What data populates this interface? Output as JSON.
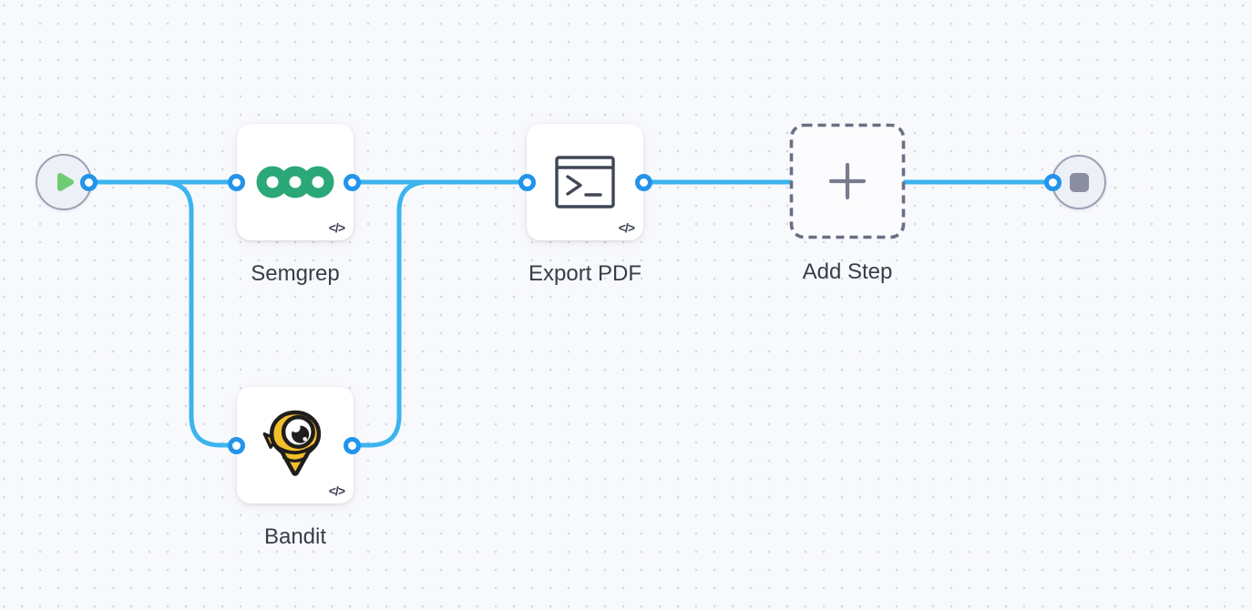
{
  "canvas": {
    "background_color": "#f8f9fc",
    "grid_dot_color": "#d5d8e1",
    "edge_color": "#3bb4ef",
    "port_ring_color": "#2294ec"
  },
  "nodes": {
    "start": {
      "icon": "play-icon",
      "accent_color": "#70cc74"
    },
    "semgrep": {
      "label": "Semgrep",
      "icon": "semgrep-logo",
      "badge": "</>",
      "logo_color": "#2aa878"
    },
    "bandit": {
      "label": "Bandit",
      "icon": "bandit-logo",
      "badge": "</>",
      "logo_color": "#f3c02c"
    },
    "export_pdf": {
      "label": "Export PDF",
      "icon": "terminal-icon",
      "badge": "</>",
      "icon_color": "#3f4654"
    },
    "add_step": {
      "label": "Add Step",
      "icon": "plus-icon",
      "dash_color": "#6b6f82"
    },
    "end": {
      "icon": "stop-icon",
      "accent_color": "#8b8ea0"
    }
  }
}
